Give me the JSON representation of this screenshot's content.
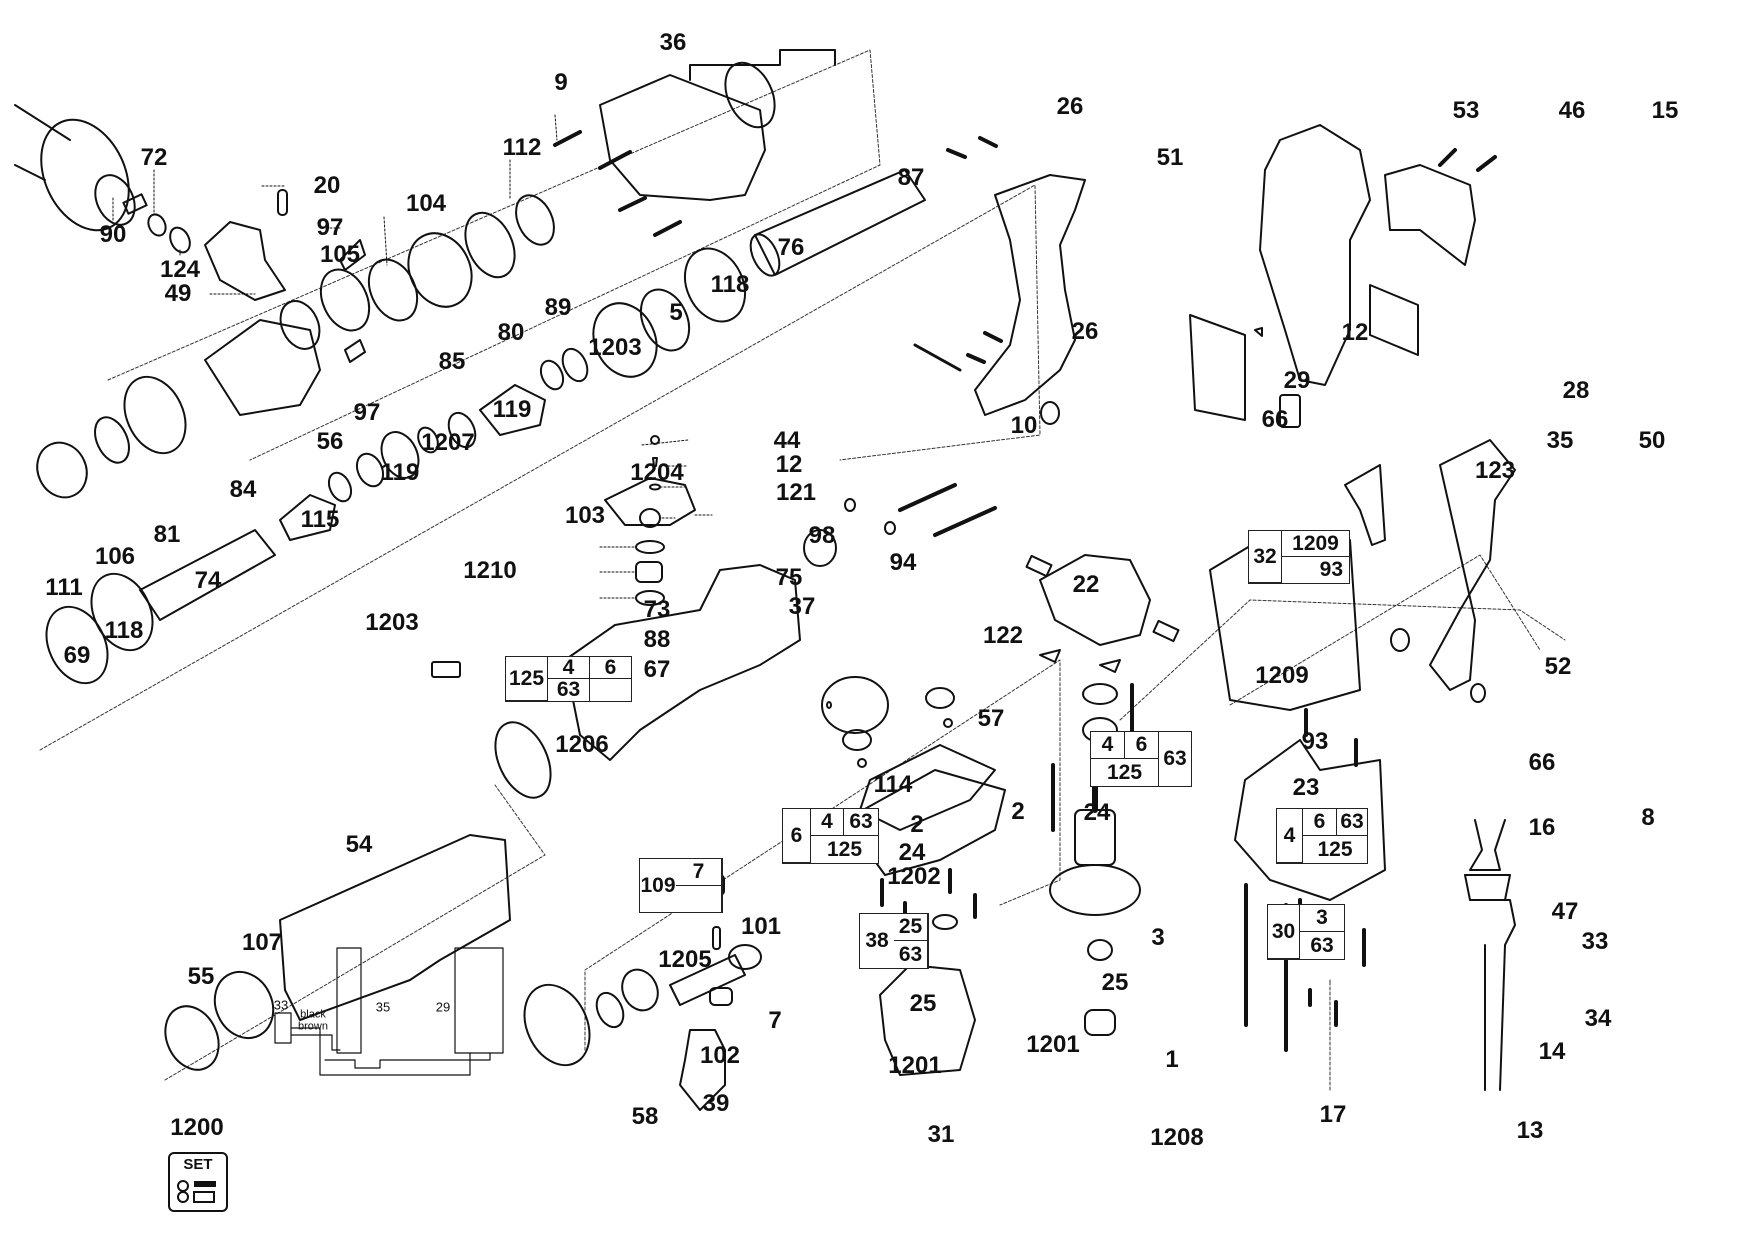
{
  "diagram": {
    "type": "exploded-parts-diagram",
    "subject": "rotary hammer drill",
    "set_badge": {
      "number": "1200",
      "text": "SET"
    },
    "wiring": {
      "wire_labels": [
        "black",
        "brown"
      ],
      "nodes": [
        "33",
        "35",
        "29"
      ]
    },
    "callouts": [
      {
        "id": "c36",
        "text": "36"
      },
      {
        "id": "c9",
        "text": "9"
      },
      {
        "id": "c112",
        "text": "112"
      },
      {
        "id": "c72",
        "text": "72"
      },
      {
        "id": "c20",
        "text": "20"
      },
      {
        "id": "c90",
        "text": "90"
      },
      {
        "id": "c124",
        "text": "124"
      },
      {
        "id": "c49",
        "text": "49"
      },
      {
        "id": "c105",
        "text": "105"
      },
      {
        "id": "c97a",
        "text": "97"
      },
      {
        "id": "c104",
        "text": "104"
      },
      {
        "id": "c80",
        "text": "80"
      },
      {
        "id": "c89",
        "text": "89"
      },
      {
        "id": "c87",
        "text": "87"
      },
      {
        "id": "c76",
        "text": "76"
      },
      {
        "id": "c118a",
        "text": "118"
      },
      {
        "id": "c5",
        "text": "5"
      },
      {
        "id": "c1203a",
        "text": "1203"
      },
      {
        "id": "c1204",
        "text": "1204"
      },
      {
        "id": "c85",
        "text": "85"
      },
      {
        "id": "c97b",
        "text": "97"
      },
      {
        "id": "c56",
        "text": "56"
      },
      {
        "id": "c84",
        "text": "84"
      },
      {
        "id": "c81",
        "text": "81"
      },
      {
        "id": "c106",
        "text": "106"
      },
      {
        "id": "c111",
        "text": "111"
      },
      {
        "id": "c119a",
        "text": "119"
      },
      {
        "id": "c103",
        "text": "103"
      },
      {
        "id": "c1207",
        "text": "1207"
      },
      {
        "id": "c119b",
        "text": "119"
      },
      {
        "id": "c1210",
        "text": "1210"
      },
      {
        "id": "c115",
        "text": "115"
      },
      {
        "id": "c1203b",
        "text": "1203"
      },
      {
        "id": "c74",
        "text": "74"
      },
      {
        "id": "c118b",
        "text": "118"
      },
      {
        "id": "c69",
        "text": "69"
      },
      {
        "id": "c44",
        "text": "44"
      },
      {
        "id": "c12a",
        "text": "12"
      },
      {
        "id": "c121",
        "text": "121"
      },
      {
        "id": "c98",
        "text": "98"
      },
      {
        "id": "c75",
        "text": "75"
      },
      {
        "id": "c73",
        "text": "73"
      },
      {
        "id": "c88",
        "text": "88"
      },
      {
        "id": "c67",
        "text": "67"
      },
      {
        "id": "c37",
        "text": "37"
      },
      {
        "id": "c94",
        "text": "94"
      },
      {
        "id": "c122",
        "text": "122"
      },
      {
        "id": "c22",
        "text": "22"
      },
      {
        "id": "c26a",
        "text": "26"
      },
      {
        "id": "c51",
        "text": "51"
      },
      {
        "id": "c26b",
        "text": "26"
      },
      {
        "id": "c10",
        "text": "10"
      },
      {
        "id": "c66a",
        "text": "66"
      },
      {
        "id": "c53",
        "text": "53"
      },
      {
        "id": "c46",
        "text": "46"
      },
      {
        "id": "c15",
        "text": "15"
      },
      {
        "id": "c12b",
        "text": "12"
      },
      {
        "id": "c29",
        "text": "29"
      },
      {
        "id": "c28",
        "text": "28"
      },
      {
        "id": "c123",
        "text": "123"
      },
      {
        "id": "c35",
        "text": "35"
      },
      {
        "id": "c50",
        "text": "50"
      },
      {
        "id": "c52",
        "text": "52"
      },
      {
        "id": "c66b",
        "text": "66"
      },
      {
        "id": "c8",
        "text": "8"
      },
      {
        "id": "c1209",
        "text": "1209"
      },
      {
        "id": "c93",
        "text": "93"
      },
      {
        "id": "c23",
        "text": "23"
      },
      {
        "id": "c16",
        "text": "16"
      },
      {
        "id": "c47",
        "text": "47"
      },
      {
        "id": "c33",
        "text": "33"
      },
      {
        "id": "c34",
        "text": "34"
      },
      {
        "id": "c14",
        "text": "14"
      },
      {
        "id": "c13",
        "text": "13"
      },
      {
        "id": "c17",
        "text": "17"
      },
      {
        "id": "c1208",
        "text": "1208"
      },
      {
        "id": "c1",
        "text": "1"
      },
      {
        "id": "c3",
        "text": "3"
      },
      {
        "id": "c57",
        "text": "57"
      },
      {
        "id": "c114",
        "text": "114"
      },
      {
        "id": "c2a",
        "text": "2"
      },
      {
        "id": "c24a",
        "text": "24"
      },
      {
        "id": "c2b",
        "text": "2"
      },
      {
        "id": "c24b",
        "text": "24"
      },
      {
        "id": "c1202",
        "text": "1202"
      },
      {
        "id": "c25a",
        "text": "25"
      },
      {
        "id": "c25b",
        "text": "25"
      },
      {
        "id": "c1201a",
        "text": "1201"
      },
      {
        "id": "c1201b",
        "text": "1201"
      },
      {
        "id": "c31",
        "text": "31"
      },
      {
        "id": "c101",
        "text": "101"
      },
      {
        "id": "c1205",
        "text": "1205"
      },
      {
        "id": "c102",
        "text": "102"
      },
      {
        "id": "c7",
        "text": "7"
      },
      {
        "id": "c39",
        "text": "39"
      },
      {
        "id": "c58",
        "text": "58"
      },
      {
        "id": "c1206",
        "text": "1206"
      },
      {
        "id": "c54",
        "text": "54"
      },
      {
        "id": "c107",
        "text": "107"
      },
      {
        "id": "c55",
        "text": "55"
      }
    ],
    "kit_tables": [
      {
        "id": "k125",
        "cells": [
          "125",
          "4",
          "6",
          "63",
          ""
        ]
      },
      {
        "id": "k32",
        "cells": [
          "32",
          "1209",
          "93"
        ]
      },
      {
        "id": "k4_6_125_63",
        "cells": [
          "4",
          "6",
          "125",
          "63"
        ]
      },
      {
        "id": "k6_4_63_125",
        "cells": [
          "6",
          "4",
          "63",
          "125"
        ]
      },
      {
        "id": "k7_109",
        "cells": [
          "7",
          "109",
          ""
        ]
      },
      {
        "id": "k25_38",
        "cells": [
          "25",
          "38",
          "63"
        ]
      },
      {
        "id": "k4_6_63_125",
        "cells": [
          "4",
          "6",
          "63",
          "125"
        ]
      },
      {
        "id": "k30",
        "cells": [
          "30",
          "3",
          "63"
        ]
      }
    ]
  }
}
